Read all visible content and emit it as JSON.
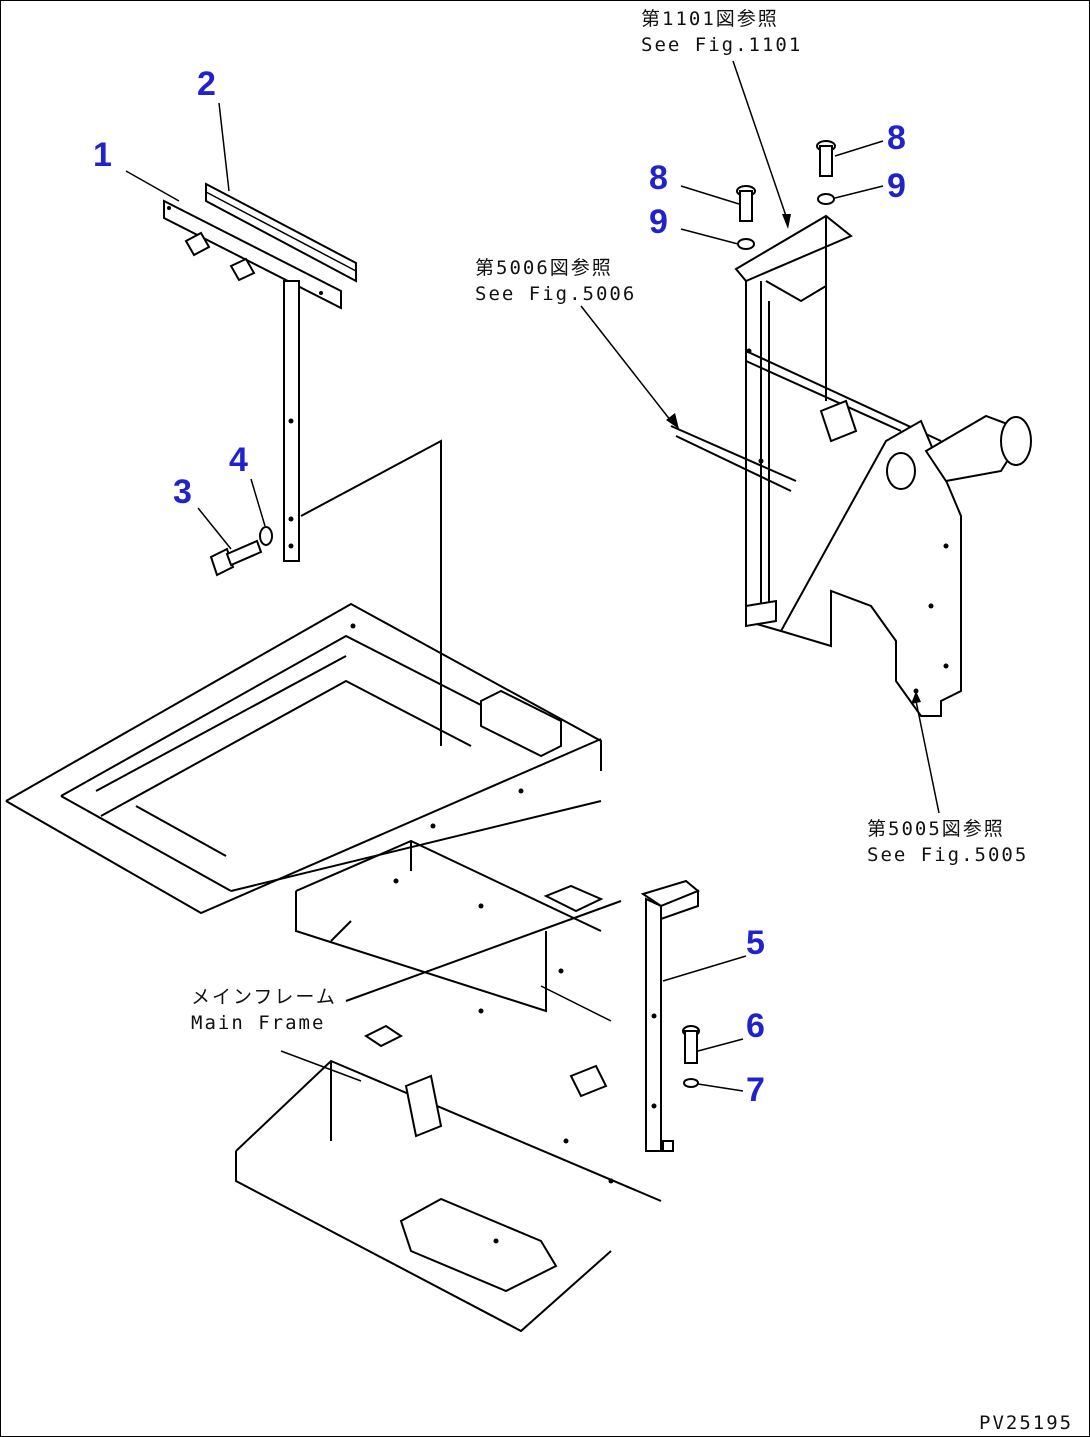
{
  "callouts": {
    "c1": "1",
    "c2": "2",
    "c3": "3",
    "c4": "4",
    "c5": "5",
    "c6": "6",
    "c7": "7",
    "c8a": "8",
    "c8b": "8",
    "c9a": "9",
    "c9b": "9"
  },
  "notes": {
    "fig1101_jp": "第1101図参照",
    "fig1101_en": "See Fig.1101",
    "fig5006_jp": "第5006図参照",
    "fig5006_en": "See Fig.5006",
    "fig5005_jp": "第5005図参照",
    "fig5005_en": "See Fig.5005",
    "mainframe_jp": "メインフレーム",
    "mainframe_en": "Main Frame"
  },
  "drawing_id": "PV25195",
  "colors": {
    "callout": "#2222cc",
    "line": "#000000",
    "background": "#ffffff"
  }
}
